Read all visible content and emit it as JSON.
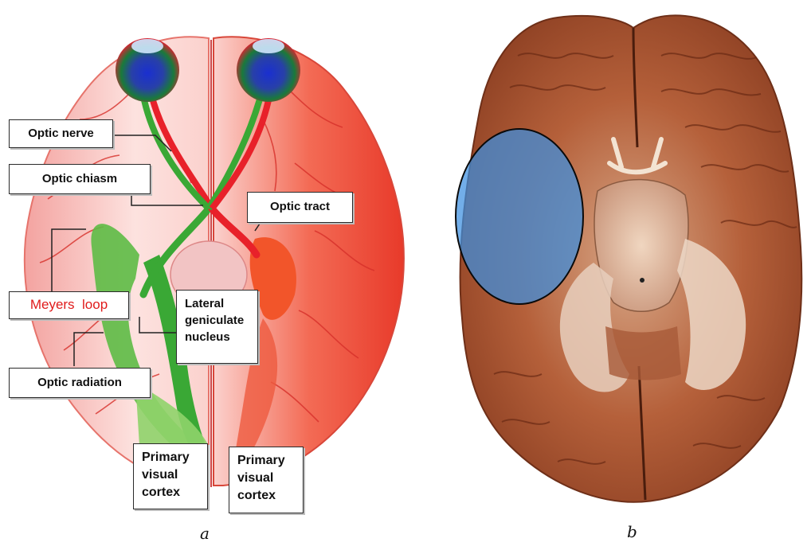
{
  "panel_a": {
    "labels": {
      "optic_nerve": "Optic nerve",
      "optic_chiasm": "Optic chiasm",
      "optic_tract": "Optic tract",
      "meyers_loop": "Meyers  loop",
      "lgn": "Lateral geniculate nucleus",
      "optic_radiation": "Optic radiation",
      "primary_visual_cortex_left": "Primary visual cortex",
      "primary_visual_cortex_right": "Primary visual cortex"
    },
    "caption": "a"
  },
  "panel_b": {
    "caption": "b",
    "highlight_color": "#3b8fe0"
  },
  "colors": {
    "label_red": "#e01b1b",
    "pathway_green": "#3aa835",
    "pathway_red": "#e8212a"
  }
}
